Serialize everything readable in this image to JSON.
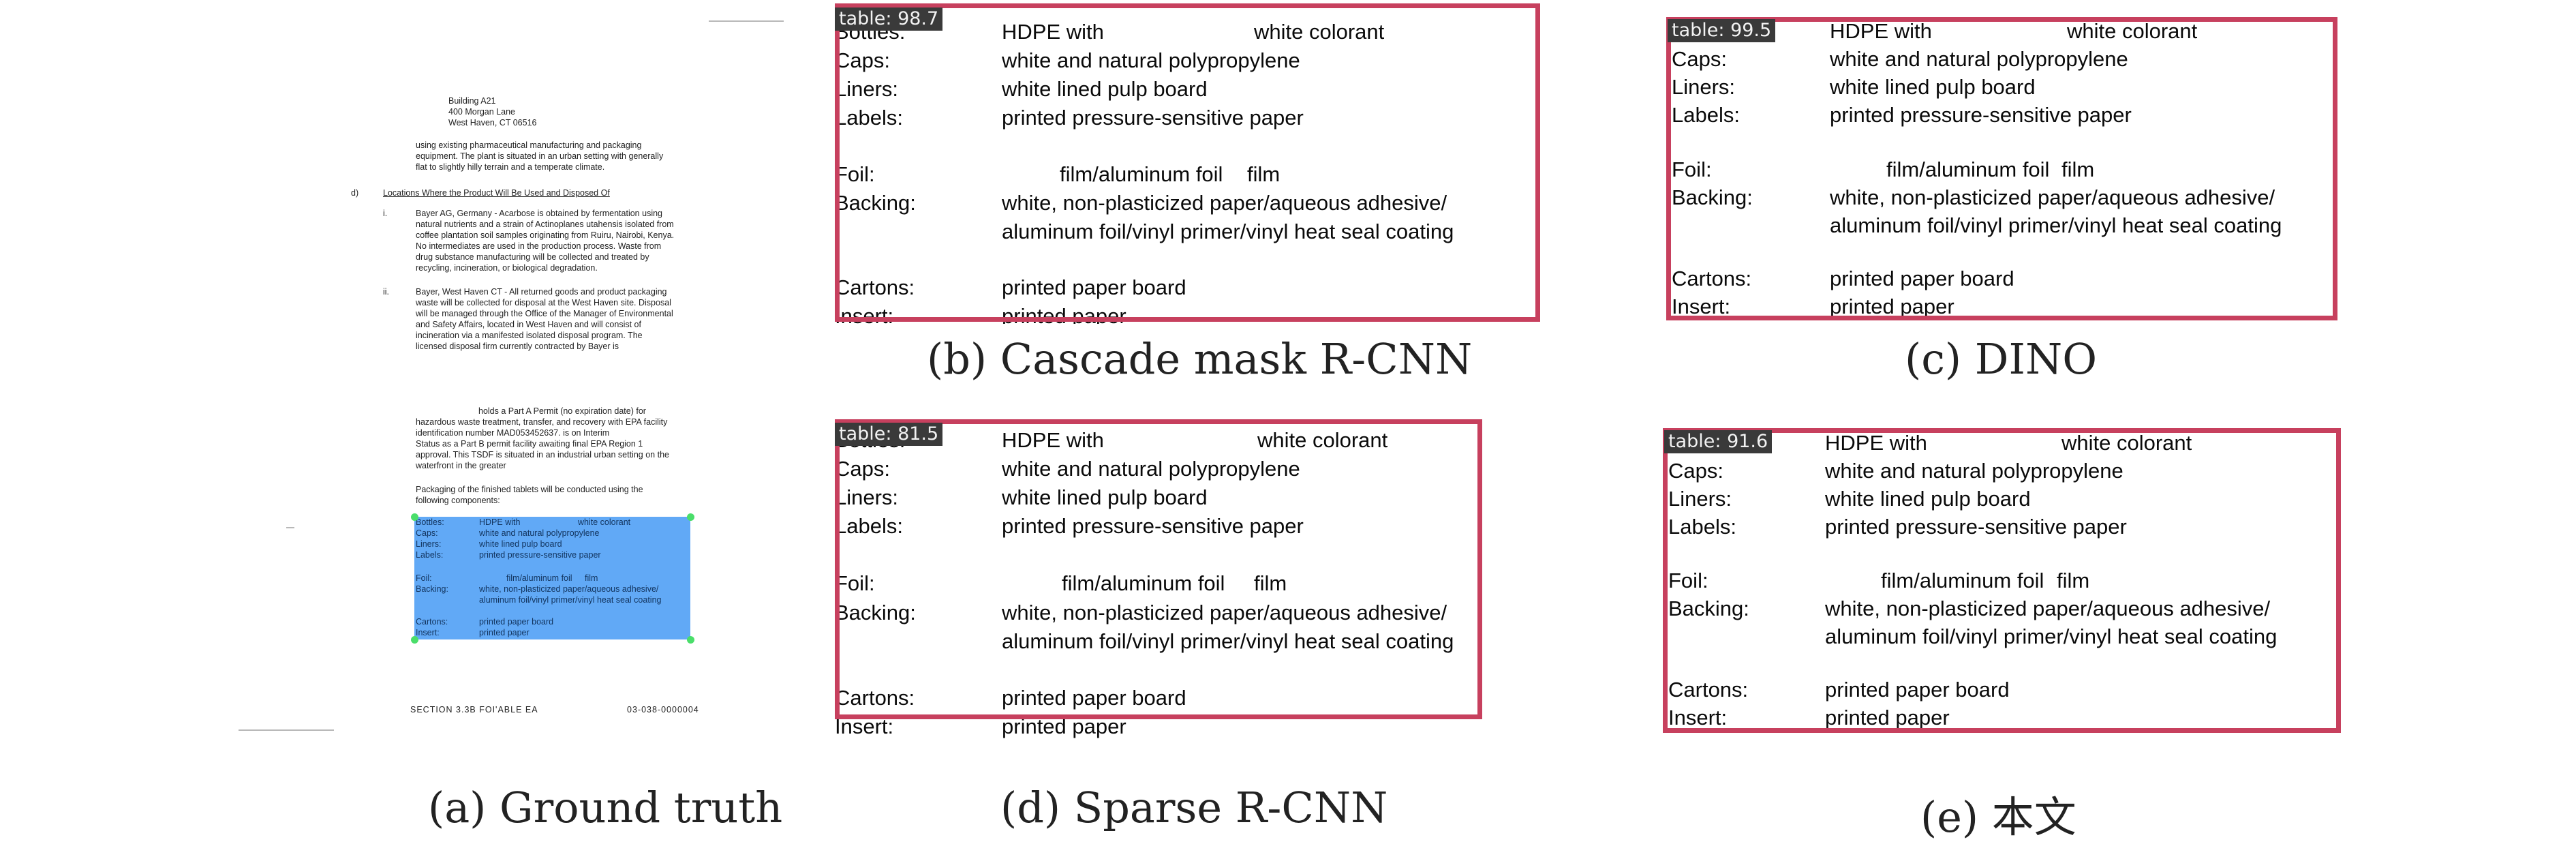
{
  "ground_truth_doc": {
    "address": [
      "Building A21",
      "400 Morgan Lane",
      "West Haven, CT 06516"
    ],
    "intro": [
      "using existing pharmaceutical manufacturing and packaging",
      "equipment. The plant is situated in an urban setting with generally",
      "flat to slightly hilly terrain and a temperate climate."
    ],
    "section_marker": "d)",
    "section_heading": "Locations Where the Product Will Be Used and Disposed Of",
    "item_i_marker": "i.",
    "item_i": [
      "Bayer AG, Germany - Acarbose is obtained by fermentation using",
      "natural nutrients and a strain of Actinoplanes utahensis isolated from",
      "coffee plantation soil samples originating from Ruiru, Nairobi, Kenya.",
      "No intermediates are used in the production process. Waste from",
      "drug substance manufacturing will be collected and treated by",
      "recycling, incineration, or biological degradation."
    ],
    "item_ii_marker": "ii.",
    "item_ii": [
      "Bayer, West Haven CT - All returned goods and product packaging",
      "waste will be collected for disposal at the West Haven site. Disposal",
      "will be managed through the Office of the Manager of Environmental",
      "and Safety Affairs, located in West Haven and will consist of",
      "incineration via a manifested isolated disposal program. The",
      "licensed disposal firm currently contracted by Bayer is"
    ],
    "permit": [
      "holds a Part A Permit (no expiration date) for",
      "hazardous waste treatment, transfer, and recovery with EPA facility",
      "identification number MAD053452637.                    is on Interim",
      "Status as a Part B permit facility awaiting final EPA Region 1",
      "approval. This TSDF is situated in an industrial urban setting on the",
      "waterfront in the greater"
    ],
    "packaging": [
      "Packaging of the finished tablets will be conducted using the",
      "following components:"
    ],
    "footer_left": "SECTION 3.3B FOI'ABLE EA",
    "footer_right": "03-038-0000004"
  },
  "table": {
    "rows": [
      {
        "key": "Bottles:",
        "value": "HDPE with",
        "extra": "white colorant"
      },
      {
        "key": "Caps:",
        "value": "white and natural polypropylene"
      },
      {
        "key": "Liners:",
        "value": "white lined pulp board"
      },
      {
        "key": "Labels:",
        "value": "printed pressure-sensitive paper"
      },
      {
        "key": "Foil:",
        "value": "film/aluminum foil",
        "extra": "film"
      },
      {
        "key": "Backing:",
        "value": "white, non-plasticized paper/aqueous adhesive/",
        "value2": "aluminum foil/vinyl primer/vinyl heat seal coating"
      },
      {
        "key": "Cartons:",
        "value": "printed paper board"
      },
      {
        "key": "Insert:",
        "value": "printed paper"
      }
    ],
    "foil_mark": "/",
    "label_prefix": "table:"
  },
  "panels": {
    "a": {
      "caption": "(a) Ground truth"
    },
    "b": {
      "caption": "(b) Cascade mask R-CNN",
      "score": "98.7"
    },
    "c": {
      "caption": "(c) DINO",
      "score": "99.5"
    },
    "d": {
      "caption": "(d) Sparse R-CNN",
      "score": "81.5"
    },
    "e": {
      "caption": "(e) 本文",
      "score": "91.6"
    }
  },
  "colors": {
    "prediction_box": "#c7405e",
    "ground_truth_fill": "#50a0f5",
    "corner_marker": "#4ade6a",
    "label_bg": "#3a3a3a"
  }
}
